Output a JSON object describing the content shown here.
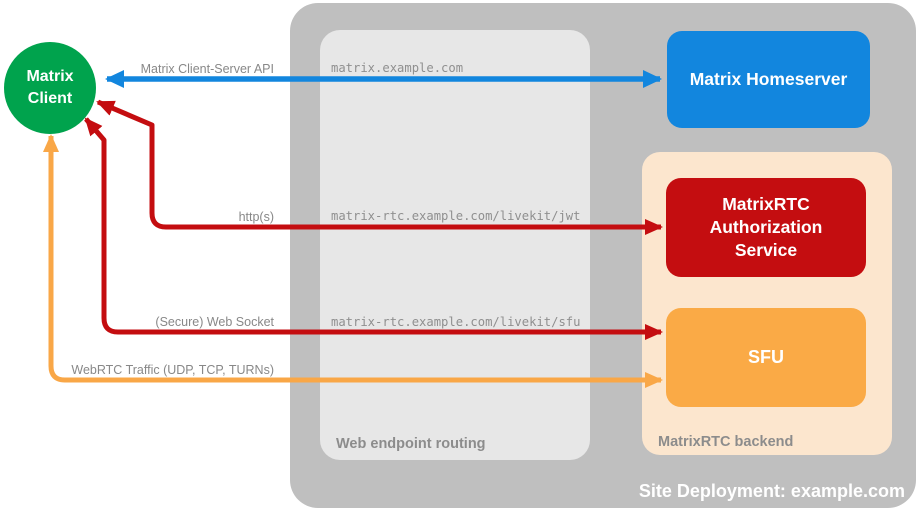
{
  "client": {
    "label": "Matrix Client"
  },
  "site": {
    "label": "Site Deployment: example.com",
    "homeserver": {
      "label": "Matrix Homeserver"
    },
    "routing": {
      "label": "Web endpoint routing",
      "endpoints": {
        "homeserver": "matrix.example.com",
        "jwt": "matrix-rtc.example.com/livekit/jwt",
        "sfu": "matrix-rtc.example.com/livekit/sfu"
      }
    },
    "backend": {
      "label": "MatrixRTC backend",
      "auth_service": {
        "label": "MatrixRTC Authorization Service"
      },
      "sfu": {
        "label": "SFU"
      }
    }
  },
  "connections": {
    "client_server_api": {
      "label": "Matrix Client-Server API",
      "from": "Matrix Client",
      "to": "Matrix Homeserver",
      "via": "matrix.example.com",
      "color": "#1286DE",
      "bidirectional": true
    },
    "http": {
      "label": "http(s)",
      "from": "Matrix Client",
      "to": "MatrixRTC Authorization Service",
      "via": "matrix-rtc.example.com/livekit/jwt",
      "color": "#C40D10",
      "bidirectional": true
    },
    "websocket": {
      "label": "(Secure) Web Socket",
      "from": "Matrix Client",
      "to": "SFU",
      "via": "matrix-rtc.example.com/livekit/sfu",
      "color": "#C40D10",
      "bidirectional": true
    },
    "webrtc": {
      "label": "WebRTC Traffic (UDP, TCP, TURNs)",
      "from": "Matrix Client",
      "to": "SFU",
      "color": "#F9A747",
      "bidirectional": true
    }
  },
  "colors": {
    "client_green": "#00A34D",
    "homeserver_blue": "#1286DE",
    "auth_red": "#C40D10",
    "sfu_orange": "#FAAA46",
    "backend_peach": "#FCE6CE",
    "site_gray": "#BFBFBF",
    "routing_gray": "#E7E7E7",
    "text_gray": "#8C8C8C"
  }
}
